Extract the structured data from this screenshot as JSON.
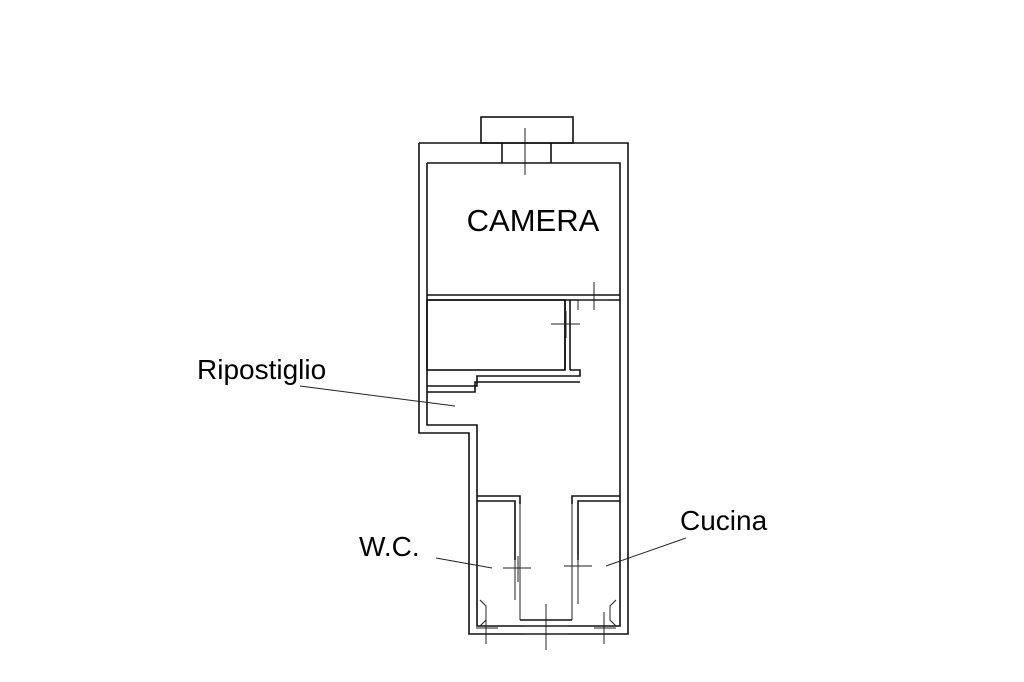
{
  "floor_plan": {
    "rooms": {
      "camera": "CAMERA",
      "ripostiglio": "Ripostiglio",
      "wc": "W.C.",
      "cucina": "Cucina"
    },
    "line_color": "#111111",
    "background": "#ffffff"
  }
}
